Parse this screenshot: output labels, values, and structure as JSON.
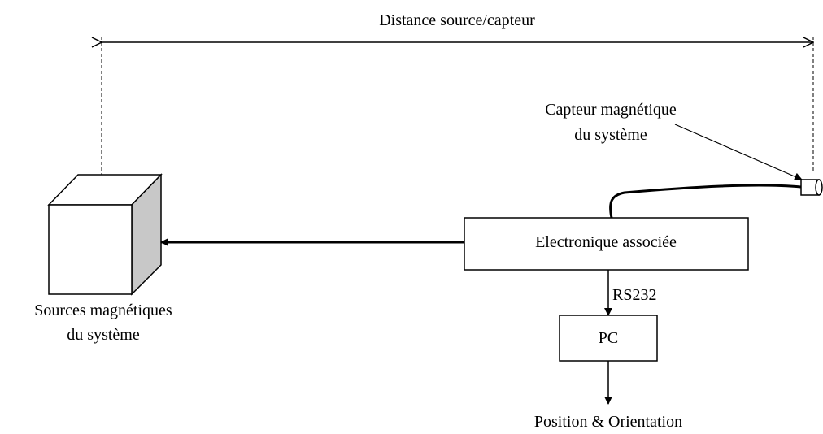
{
  "distance_label": "Distance source/capteur",
  "sensor_label": {
    "line1": "Capteur magnétique",
    "line2": "du système"
  },
  "source_label": {
    "line1": "Sources magnétiques",
    "line2": "du système"
  },
  "electronics_box": {
    "label": "Electronique associée"
  },
  "link_label": "RS232",
  "pc_box": {
    "label": "PC"
  },
  "output_label": "Position & Orientation",
  "colors": {
    "line": "#000000",
    "cube_side": "#c8c8c8",
    "background": "#ffffff"
  }
}
